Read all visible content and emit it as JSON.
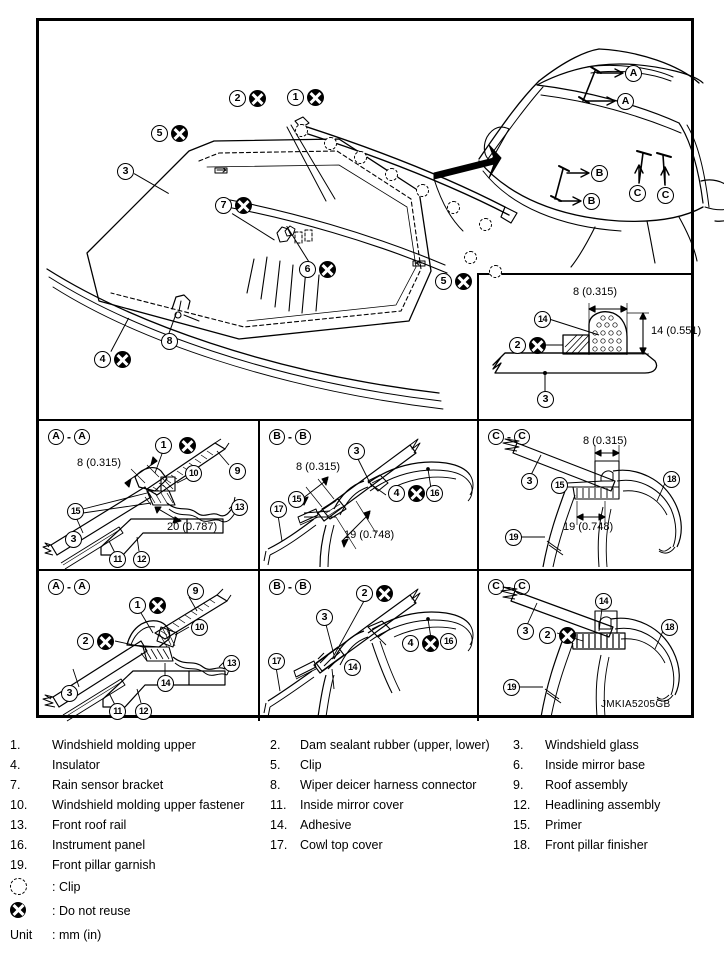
{
  "figure": {
    "id_code": "JMKIA5205GB",
    "main_view": {
      "callouts": [
        {
          "n": "1",
          "dnr": true
        },
        {
          "n": "2",
          "dnr": true
        },
        {
          "n": "3",
          "dnr": false
        },
        {
          "n": "4",
          "dnr": true
        },
        {
          "n": "5",
          "dnr": true
        },
        {
          "n": "6",
          "dnr": true
        },
        {
          "n": "7",
          "dnr": true
        },
        {
          "n": "8",
          "dnr": false
        }
      ],
      "section_marks": [
        "A",
        "A",
        "B",
        "B",
        "C",
        "C"
      ]
    },
    "detail_inset": {
      "dim_width": "8 (0.315)",
      "dim_height": "14 (0.551)",
      "callouts": [
        "2",
        "3",
        "14"
      ]
    },
    "panels": [
      {
        "key": "aa_top",
        "label_left": "A",
        "label_right": "A",
        "dims": [
          "8 (0.315)",
          "20 (0.787)"
        ],
        "callouts": [
          "1",
          "3",
          "9",
          "10",
          "11",
          "12",
          "13",
          "15"
        ]
      },
      {
        "key": "bb_top",
        "label_left": "B",
        "label_right": "B",
        "dims": [
          "8 (0.315)",
          "19 (0.748)"
        ],
        "callouts": [
          "3",
          "4",
          "15",
          "16",
          "17"
        ]
      },
      {
        "key": "cc_top",
        "label_left": "C",
        "label_right": "C",
        "dims": [
          "8 (0.315)",
          "19 (0.748)"
        ],
        "callouts": [
          "3",
          "15",
          "18",
          "19"
        ]
      },
      {
        "key": "aa_bottom",
        "label_left": "A",
        "label_right": "A",
        "dims": [],
        "callouts": [
          "1",
          "2",
          "3",
          "9",
          "10",
          "11",
          "12",
          "13",
          "14"
        ]
      },
      {
        "key": "bb_bottom",
        "label_left": "B",
        "label_right": "B",
        "dims": [],
        "callouts": [
          "2",
          "3",
          "4",
          "14",
          "16",
          "17"
        ]
      },
      {
        "key": "cc_bottom",
        "label_left": "C",
        "label_right": "C",
        "dims": [],
        "callouts": [
          "2",
          "3",
          "14",
          "18",
          "19"
        ]
      }
    ]
  },
  "legend": {
    "items": [
      {
        "num": "1.",
        "text": "Windshield molding upper"
      },
      {
        "num": "2.",
        "text": "Dam sealant rubber (upper, lower)"
      },
      {
        "num": "3.",
        "text": "Windshield glass"
      },
      {
        "num": "4.",
        "text": "Insulator"
      },
      {
        "num": "5.",
        "text": "Clip"
      },
      {
        "num": "6.",
        "text": "Inside mirror base"
      },
      {
        "num": "7.",
        "text": "Rain sensor bracket"
      },
      {
        "num": "8.",
        "text": "Wiper deicer harness connector"
      },
      {
        "num": "9.",
        "text": "Roof assembly"
      },
      {
        "num": "10.",
        "text": "Windshield molding upper fastener"
      },
      {
        "num": "11.",
        "text": "Inside mirror cover"
      },
      {
        "num": "12.",
        "text": "Headlining assembly"
      },
      {
        "num": "13.",
        "text": "Front roof rail"
      },
      {
        "num": "14.",
        "text": "Adhesive"
      },
      {
        "num": "15.",
        "text": "Primer"
      },
      {
        "num": "16.",
        "text": "Instrument panel"
      },
      {
        "num": "17.",
        "text": "Cowl top cover"
      },
      {
        "num": "18.",
        "text": "Front pillar finisher"
      },
      {
        "num": "19.",
        "text": "Front pillar garnish"
      }
    ],
    "symbols": [
      {
        "icon": "clip-icon",
        "text": ": Clip"
      },
      {
        "icon": "do-not-reuse-icon",
        "text": ": Do not reuse"
      }
    ],
    "unit_label": "Unit",
    "unit_value": ": mm (in)"
  }
}
